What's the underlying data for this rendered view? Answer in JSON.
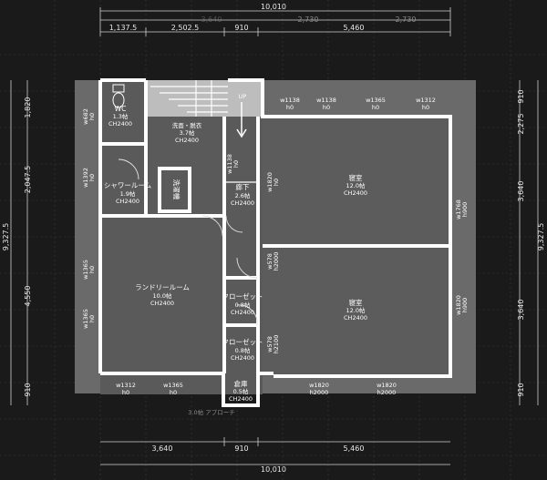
{
  "dimensions": {
    "top_total": "10,010",
    "top_faint_1": "3,640",
    "top_faint_2": "2,730",
    "top_faint_3": "2,730",
    "top_1": "1,137.5",
    "top_2": "2,502.5",
    "top_3": "910",
    "top_4": "5,460",
    "bottom_1": "3,640",
    "bottom_2": "910",
    "bottom_3": "5,460",
    "bottom_total": "10,010",
    "left_total": "9,327.5",
    "left_1": "1,820",
    "left_2": "2,047.5",
    "left_3": "4,550",
    "left_4": "910",
    "right_total": "9,327.5",
    "right_1": "910",
    "right_2": "2,275",
    "right_3": "3,640",
    "right_4": "3,640",
    "right_5": "910"
  },
  "rooms": {
    "wc": {
      "name": "WC",
      "area": "1.3帖",
      "height": "CH2400"
    },
    "senmen": {
      "name": "洗面・脱衣",
      "area": "3.7帖",
      "height": "CH2400"
    },
    "shower": {
      "name": "シャワールーム",
      "area": "1.9帖",
      "height": "CH2400"
    },
    "sentaku": {
      "name": "洗濯機"
    },
    "rouka": {
      "name": "廊下",
      "area": "2.6帖",
      "height": "CH2400"
    },
    "shinshitsu_top": {
      "name": "寝室",
      "area": "12.0帖",
      "height": "CH2400"
    },
    "laundry": {
      "name": "ランドリールーム",
      "area": "10.0帖",
      "height": "CH2400"
    },
    "closet_1": {
      "name": "クローゼット",
      "area": "0.8帖",
      "height": "CH2400"
    },
    "closet_2": {
      "name": "クローゼット",
      "area": "0.8帖",
      "height": "CH2400"
    },
    "shinshitsu_bottom": {
      "name": "寝室",
      "area": "12.0帖",
      "height": "CH2400"
    },
    "souko": {
      "name": "倉庫",
      "area": "0.5帖",
      "height": "CH2400"
    }
  },
  "windows": {
    "w1138a": {
      "w": "w1138",
      "h": "h0"
    },
    "w1138b": {
      "w": "w1138",
      "h": "h0"
    },
    "w1365a": {
      "w": "w1365",
      "h": "h0"
    },
    "w1312a": {
      "w": "w1312",
      "h": "h0"
    },
    "w682": {
      "w": "w682",
      "h": "h0"
    },
    "w1392": {
      "w": "w1392",
      "h": "h0"
    },
    "w1365l": {
      "w": "w1365",
      "h": "h0"
    },
    "w1365l2": {
      "w": "w1365",
      "h": "h0"
    },
    "w1820": {
      "w": "w1820",
      "h": "h0"
    },
    "w1138v": {
      "w": "w1138",
      "h": "h0"
    },
    "w1768": {
      "w": "w1768",
      "h": "h900"
    },
    "w1820r": {
      "w": "w1820",
      "h": "h900"
    },
    "w1312b": {
      "w": "w1312",
      "h": "h0"
    },
    "w1365b": {
      "w": "w1365",
      "h": "h0"
    },
    "w1820b1": {
      "w": "w1820",
      "h": "h2000"
    },
    "w1820b2": {
      "w": "w1820",
      "h": "h2000"
    },
    "w578": {
      "w": "w578",
      "h": "h2000"
    },
    "w578b": {
      "w": "w578",
      "h": "h2100"
    }
  },
  "misc": {
    "up_label": "UP",
    "bottom_faint": "3.0帖 アプローチ"
  },
  "colors": {
    "background": "#1a1a1a",
    "wall": "#ffffff",
    "room_fill": "#555555",
    "text": "#ffffff"
  }
}
